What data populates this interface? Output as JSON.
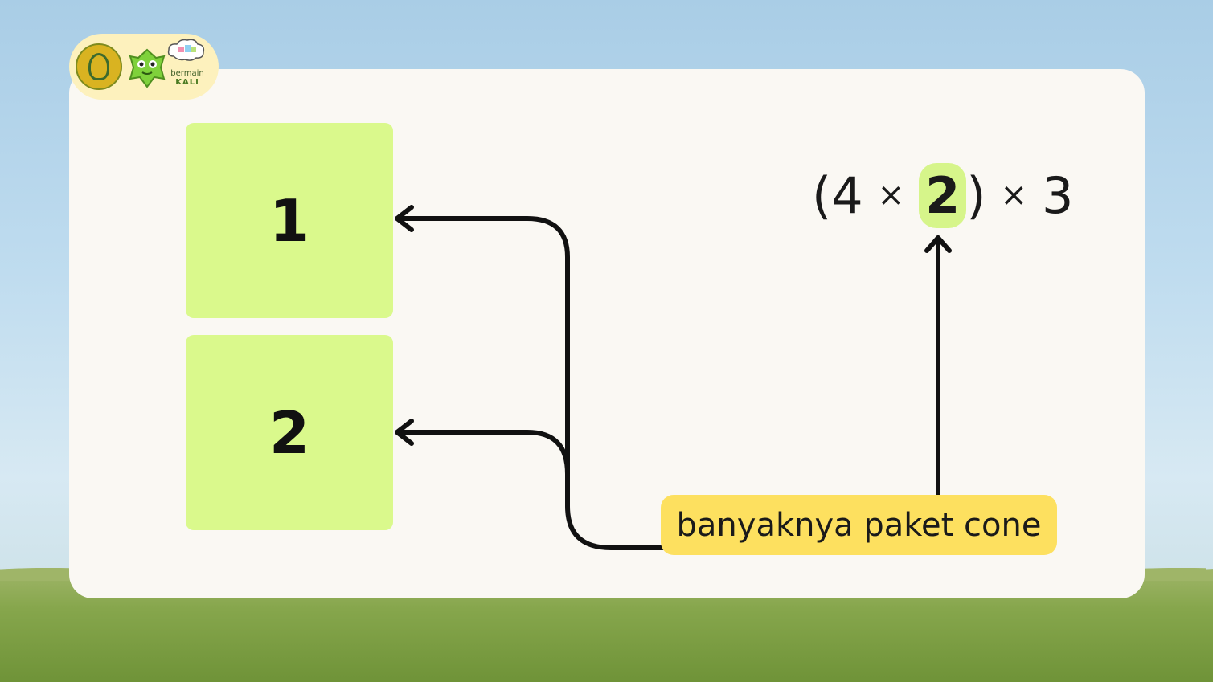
{
  "brand": {
    "name_line1": "bermain",
    "name_line2": "KALI"
  },
  "boxes": [
    "1",
    "2"
  ],
  "expression": {
    "open": "(",
    "a": "4",
    "times1": "×",
    "b": "2",
    "close": ")",
    "times2": "×",
    "c": "3"
  },
  "label": "banyaknya paket cone",
  "colors": {
    "box_fill": "#daf98c",
    "label_fill": "#fde05f",
    "highlight": "#d6f58a",
    "arrow": "#111111"
  }
}
